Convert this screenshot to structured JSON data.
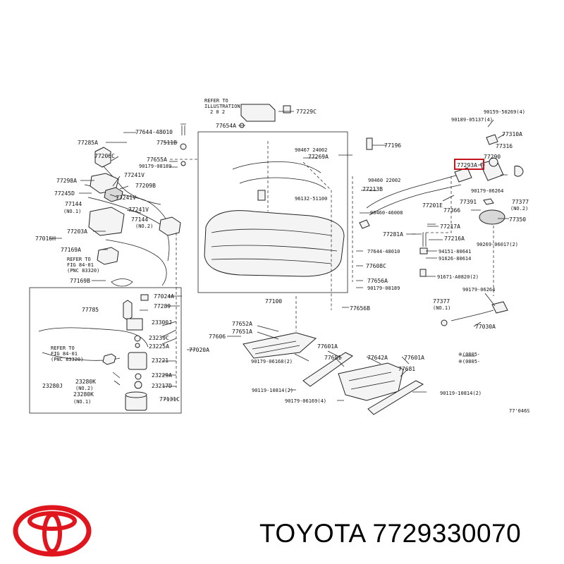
{
  "brand": {
    "name": "TOYOTA",
    "part_number": "7729330070",
    "logo_color": "#e0161e"
  },
  "diagram": {
    "highlight_color": "#c4161c",
    "highlighted_part": "77293A",
    "figure_code": "77'046S",
    "notes": {
      "refer_top": [
        "REFER TO",
        "ILLUSTRATION",
        "2 0 2"
      ],
      "refer_mid": [
        "REFER TO",
        "FIG 84-01",
        "(PNC 83320)"
      ],
      "refer_bot": [
        "REFER TO",
        "FIG 84-01",
        "(PNC 83320)"
      ],
      "no1": "(NO.1)",
      "no2": "(NO.2)",
      "square_note": [
        "※(0805-",
        "※(0805-"
      ]
    },
    "labels": [
      {
        "id": "77644-48010",
        "t": "77644-48010"
      },
      {
        "id": "77285A",
        "t": "77285A"
      },
      {
        "id": "77511B",
        "t": "77511B"
      },
      {
        "id": "77206C",
        "t": "77206C"
      },
      {
        "id": "77655A",
        "t": "77655A"
      },
      {
        "id": "90179-08189",
        "t": "90179-08189"
      },
      {
        "id": "77241V-a",
        "t": "77241V"
      },
      {
        "id": "77298A",
        "t": "77298A"
      },
      {
        "id": "77209B",
        "t": "77209B"
      },
      {
        "id": "77245D",
        "t": "77245D"
      },
      {
        "id": "77241V-b",
        "t": "77241V"
      },
      {
        "id": "77144-a",
        "t": "77144"
      },
      {
        "id": "77241V-c",
        "t": "77241V"
      },
      {
        "id": "77144-b",
        "t": "77144"
      },
      {
        "id": "77016H",
        "t": "77016H"
      },
      {
        "id": "77203A",
        "t": "77203A"
      },
      {
        "id": "77169A",
        "t": "77169A"
      },
      {
        "id": "77169B",
        "t": "77169B"
      },
      {
        "id": "77024A",
        "t": "77024A"
      },
      {
        "id": "77785",
        "t": "77785"
      },
      {
        "id": "77289",
        "t": "77289"
      },
      {
        "id": "23300J",
        "t": "23300J"
      },
      {
        "id": "23239C",
        "t": "23239C"
      },
      {
        "id": "23225A",
        "t": "23225A"
      },
      {
        "id": "77020A",
        "t": "77020A"
      },
      {
        "id": "23221",
        "t": "23221"
      },
      {
        "id": "23229A",
        "t": "23229A"
      },
      {
        "id": "23280K-a",
        "t": "23280K"
      },
      {
        "id": "23280J",
        "t": "23280J"
      },
      {
        "id": "23217D",
        "t": "23217D"
      },
      {
        "id": "23280K-b",
        "t": "23280K"
      },
      {
        "id": "77131C",
        "t": "77131C"
      },
      {
        "id": "77229C",
        "t": "77229C"
      },
      {
        "id": "77654A",
        "t": "77654A"
      },
      {
        "id": "90467-24002",
        "t": "90467  24002"
      },
      {
        "id": "77269A",
        "t": "77269A"
      },
      {
        "id": "77196",
        "t": "77196"
      },
      {
        "id": "96132-51100",
        "t": "96132-51100"
      },
      {
        "id": "90460-22002",
        "t": "90460  22002"
      },
      {
        "id": "77213B",
        "t": "77213B"
      },
      {
        "id": "90460-46008",
        "t": "90460-46008"
      },
      {
        "id": "77100",
        "t": "77100"
      },
      {
        "id": "90159-50269",
        "t": "90159-50269(4)"
      },
      {
        "id": "90189-05137",
        "t": "90189-05137(4)"
      },
      {
        "id": "77310A",
        "t": "77310A"
      },
      {
        "id": "77316",
        "t": "77316"
      },
      {
        "id": "77293A",
        "t": "77293A"
      },
      {
        "id": "77290",
        "t": "77290"
      },
      {
        "id": "90179-06264-a",
        "t": "90179-06264"
      },
      {
        "id": "77391",
        "t": "77391"
      },
      {
        "id": "77201E",
        "t": "77201E"
      },
      {
        "id": "77377-a",
        "t": "77377"
      },
      {
        "id": "77366",
        "t": "77366"
      },
      {
        "id": "77350",
        "t": "77350"
      },
      {
        "id": "77217A",
        "t": "77217A"
      },
      {
        "id": "77281A",
        "t": "77281A"
      },
      {
        "id": "77216A",
        "t": "77216A"
      },
      {
        "id": "90269-06017",
        "t": "90269-06017(2)"
      },
      {
        "id": "94151-80641",
        "t": "94151-80641"
      },
      {
        "id": "91626-80614",
        "t": "91626-80614"
      },
      {
        "id": "91671-A0820",
        "t": "91671-A0820(2)"
      },
      {
        "id": "77644-48010-b",
        "t": "77644-48010"
      },
      {
        "id": "77608C",
        "t": "77608C"
      },
      {
        "id": "77656A",
        "t": "77656A"
      },
      {
        "id": "90179-08189-b",
        "t": "90179-08189"
      },
      {
        "id": "77656B",
        "t": "77656B"
      },
      {
        "id": "90179-06264-b",
        "t": "90179-06264"
      },
      {
        "id": "77377-b",
        "t": "77377"
      },
      {
        "id": "77030A",
        "t": "77030A"
      },
      {
        "id": "77652A",
        "t": "77652A"
      },
      {
        "id": "77651A",
        "t": "77651A"
      },
      {
        "id": "77606",
        "t": "77606"
      },
      {
        "id": "90179-06168",
        "t": "90179-06168(2)"
      },
      {
        "id": "77601A-a",
        "t": "77601A"
      },
      {
        "id": "77681-a",
        "t": "77681"
      },
      {
        "id": "77642A",
        "t": "77642A"
      },
      {
        "id": "77601A-b",
        "t": "77601A"
      },
      {
        "id": "77681-b",
        "t": "77681"
      },
      {
        "id": "90119-10814-a",
        "t": "90119-10814(2)"
      },
      {
        "id": "90119-10814-b",
        "t": "90119-10814(2)"
      },
      {
        "id": "90179-06169",
        "t": "90179-06169(4)"
      }
    ]
  }
}
